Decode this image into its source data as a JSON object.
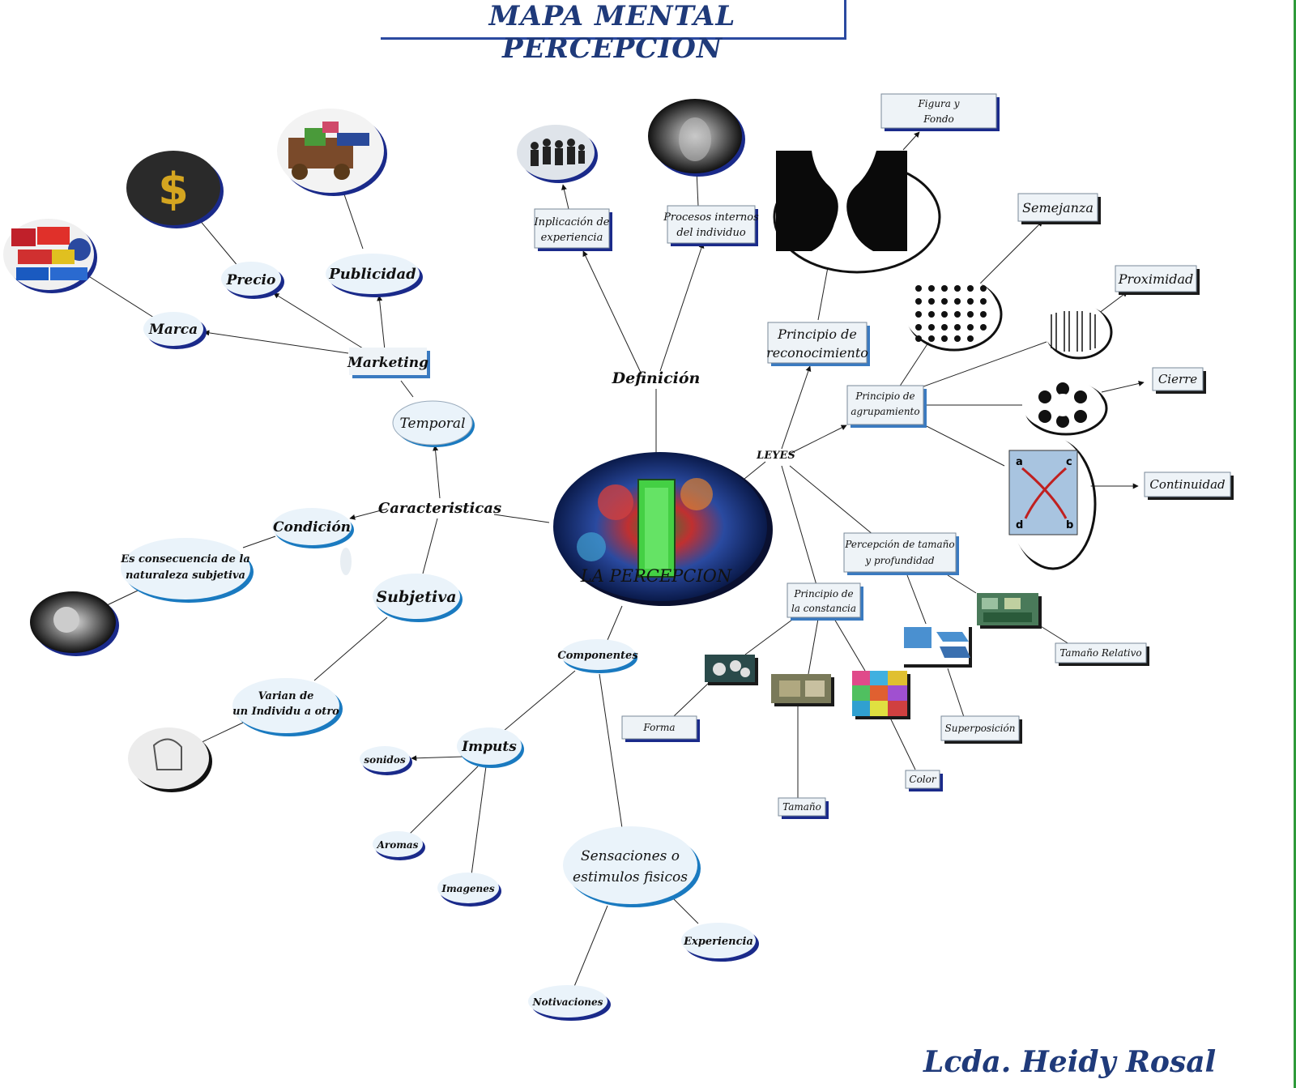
{
  "title": "MAPA MENTAL PERCEPCION",
  "author": "Lcda. Heidy Rosal",
  "center": {
    "label": "LA PERCEPCION"
  },
  "definicion": {
    "label": "Definición",
    "implicacion": [
      "Inplicación de",
      "experiencia"
    ],
    "procesos": [
      "Procesos internos",
      "del individuo"
    ]
  },
  "caracteristicas": {
    "label": "Caracteristicas",
    "temporal": "Temporal",
    "marketing": "Marketing",
    "marca": "Marca",
    "precio": "Precio",
    "publicidad": "Publicidad",
    "condicion": "Condición",
    "consecuencia": [
      "Es consecuencia de la",
      "naturaleza subjetiva"
    ],
    "subjetiva": "Subjetiva",
    "varian": [
      "Varian de",
      "un Individu a otro"
    ]
  },
  "componentes": {
    "label": "Componentes",
    "imputs": "Imputs",
    "sonidos": "sonidos",
    "aromas": "Aromas",
    "imagenes": "Imagenes",
    "sensaciones": [
      "Sensaciones o",
      "estimulos fisicos"
    ],
    "experiencia": "Experiencia",
    "notivaciones": "Notivaciones"
  },
  "leyes": {
    "label": "LEYES",
    "reconocimiento": [
      "Principio de",
      "reconocimiento"
    ],
    "figura": [
      "Figura y",
      "Fondo"
    ],
    "agrupamiento": [
      "Principio de",
      "agrupamiento"
    ],
    "semejanza": "Semejanza",
    "proximidad": "Proximidad",
    "cierre": "Cierre",
    "continuidad": "Continuidad",
    "tamano_prof": [
      "Percepción de tamaño",
      "y profundidad"
    ],
    "tamano_relativo": "Tamaño Relativo",
    "superposicion": "Superposición",
    "constancia": [
      "Principio de",
      "la constancia"
    ],
    "forma": "Forma",
    "tamano": "Tamaño",
    "color": "Color"
  },
  "colors": {
    "title": "#1f3a7a",
    "bubble": "#eaf3fa",
    "shadow": "#1a2a8a",
    "box": "#eef3f7"
  }
}
